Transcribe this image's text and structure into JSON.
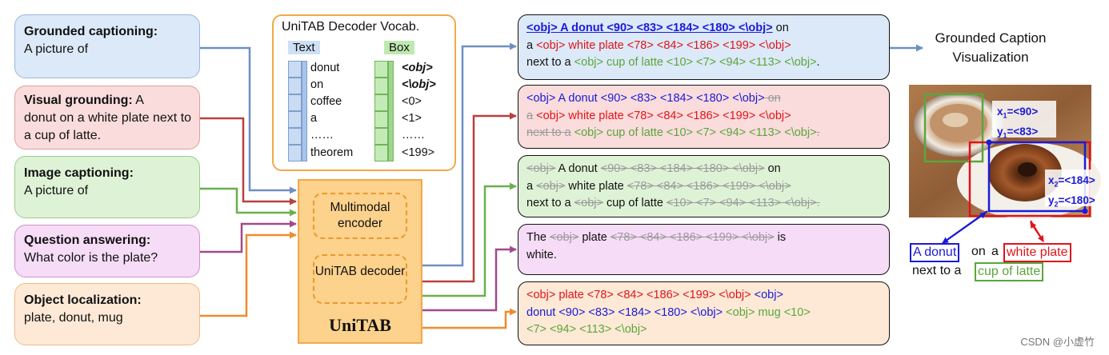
{
  "tasks": [
    {
      "title": "Grounded captioning:",
      "body": "A picture of"
    },
    {
      "title": "Visual grounding:",
      "body_inline": " A",
      "body": "donut on a white plate next to a cup of latte."
    },
    {
      "title": "Image captioning:",
      "body": "A picture of"
    },
    {
      "title": "Question answering:",
      "body": "What color is the plate?"
    },
    {
      "title": "Object localization:",
      "body": "plate, donut, mug"
    }
  ],
  "vocab": {
    "title": "UniTAB Decoder Vocab.",
    "text_header": "Text",
    "box_header": "Box",
    "text_tokens": [
      "donut",
      "on",
      "coffee",
      "a",
      "……",
      "theorem"
    ],
    "box_tokens": [
      "<obj>",
      "<\\obj>",
      "<0>",
      "<1>",
      "……",
      "<199>"
    ]
  },
  "model": {
    "encoder": "Multimodal encoder",
    "decoder": "UniTAB decoder",
    "name": "UniTAB"
  },
  "outputs": {
    "o1": {
      "l1a": "<obj> A donut <90> <83> <184> <180> <\\obj>",
      "l1b": " on",
      "l2a": "a ",
      "l2b": "<obj> white plate <78> <84> <186> <199> <\\obj>",
      "l3a": "next to a ",
      "l3b": "<obj> cup of latte <10> <7> <94> <113> <\\obj>",
      "l3c": "."
    },
    "o2": {
      "l1a": "<obj> A donut <90> <83> <184> <180> <\\obj>",
      "l1b": " on",
      "l2a": "a",
      "l2b": " <obj> white plate <78> <84> <186> <199> <\\obj>",
      "l3a": "next to a",
      "l3b": " <obj> cup of latte <10> <7> <94> <113> <\\obj>",
      "l3c": "."
    },
    "o3": {
      "l1a": "<obj>",
      "l1b": " A donut ",
      "l1c": "<90> <83> <184> <180> <\\obj>",
      "l1d": " on",
      "l2a": "a ",
      "l2b": "<obj>",
      "l2c": " white plate ",
      "l2d": "<78> <84> <186> <199> <\\obj>",
      "l3a": "next to a ",
      "l3b": "<obj>",
      "l3c": " cup of latte ",
      "l3d": "<10> <7> <94> <113> <\\obj>",
      "l3e": "."
    },
    "o4": {
      "l1a": "The ",
      "l1b": "<obj>",
      "l1c": " plate ",
      "l1d": "<78> <84> <186> <199> <\\obj>",
      "l1e": " is",
      "l2a": "white."
    },
    "o5": {
      "l1a": "<obj> plate <78> <84> <186> <199> <\\obj>",
      "l1b": " <obj>",
      "l2a": "donut <90> <83> <184> <180> <\\obj>",
      "l2b": " <obj> mug <10>",
      "l3a": "<7> <94> <113> <\\obj>"
    }
  },
  "visualization": {
    "title": "Grounded Caption Visualization",
    "coord_top_x": "x",
    "coord_top_x_sub": "1",
    "coord_top_x_val": "=<90>",
    "coord_top_y": "y",
    "coord_top_y_sub": "1",
    "coord_top_y_val": "=<83>",
    "coord_bot_x": "x",
    "coord_bot_x_sub": "2",
    "coord_bot_x_val": "=<184>",
    "coord_bot_y": "y",
    "coord_bot_y_sub": "2",
    "coord_bot_y_val": "=<180>",
    "phrase_donut": "A donut",
    "word_on": "on",
    "word_a": "a",
    "phrase_plate": "white plate",
    "next_to": "next to a",
    "phrase_latte": "cup of latte",
    "colors": {
      "donut": "#1b1bd6",
      "plate": "#e0141a",
      "latte": "#5aa63c"
    }
  },
  "watermark": "CSDN @小虚竹"
}
